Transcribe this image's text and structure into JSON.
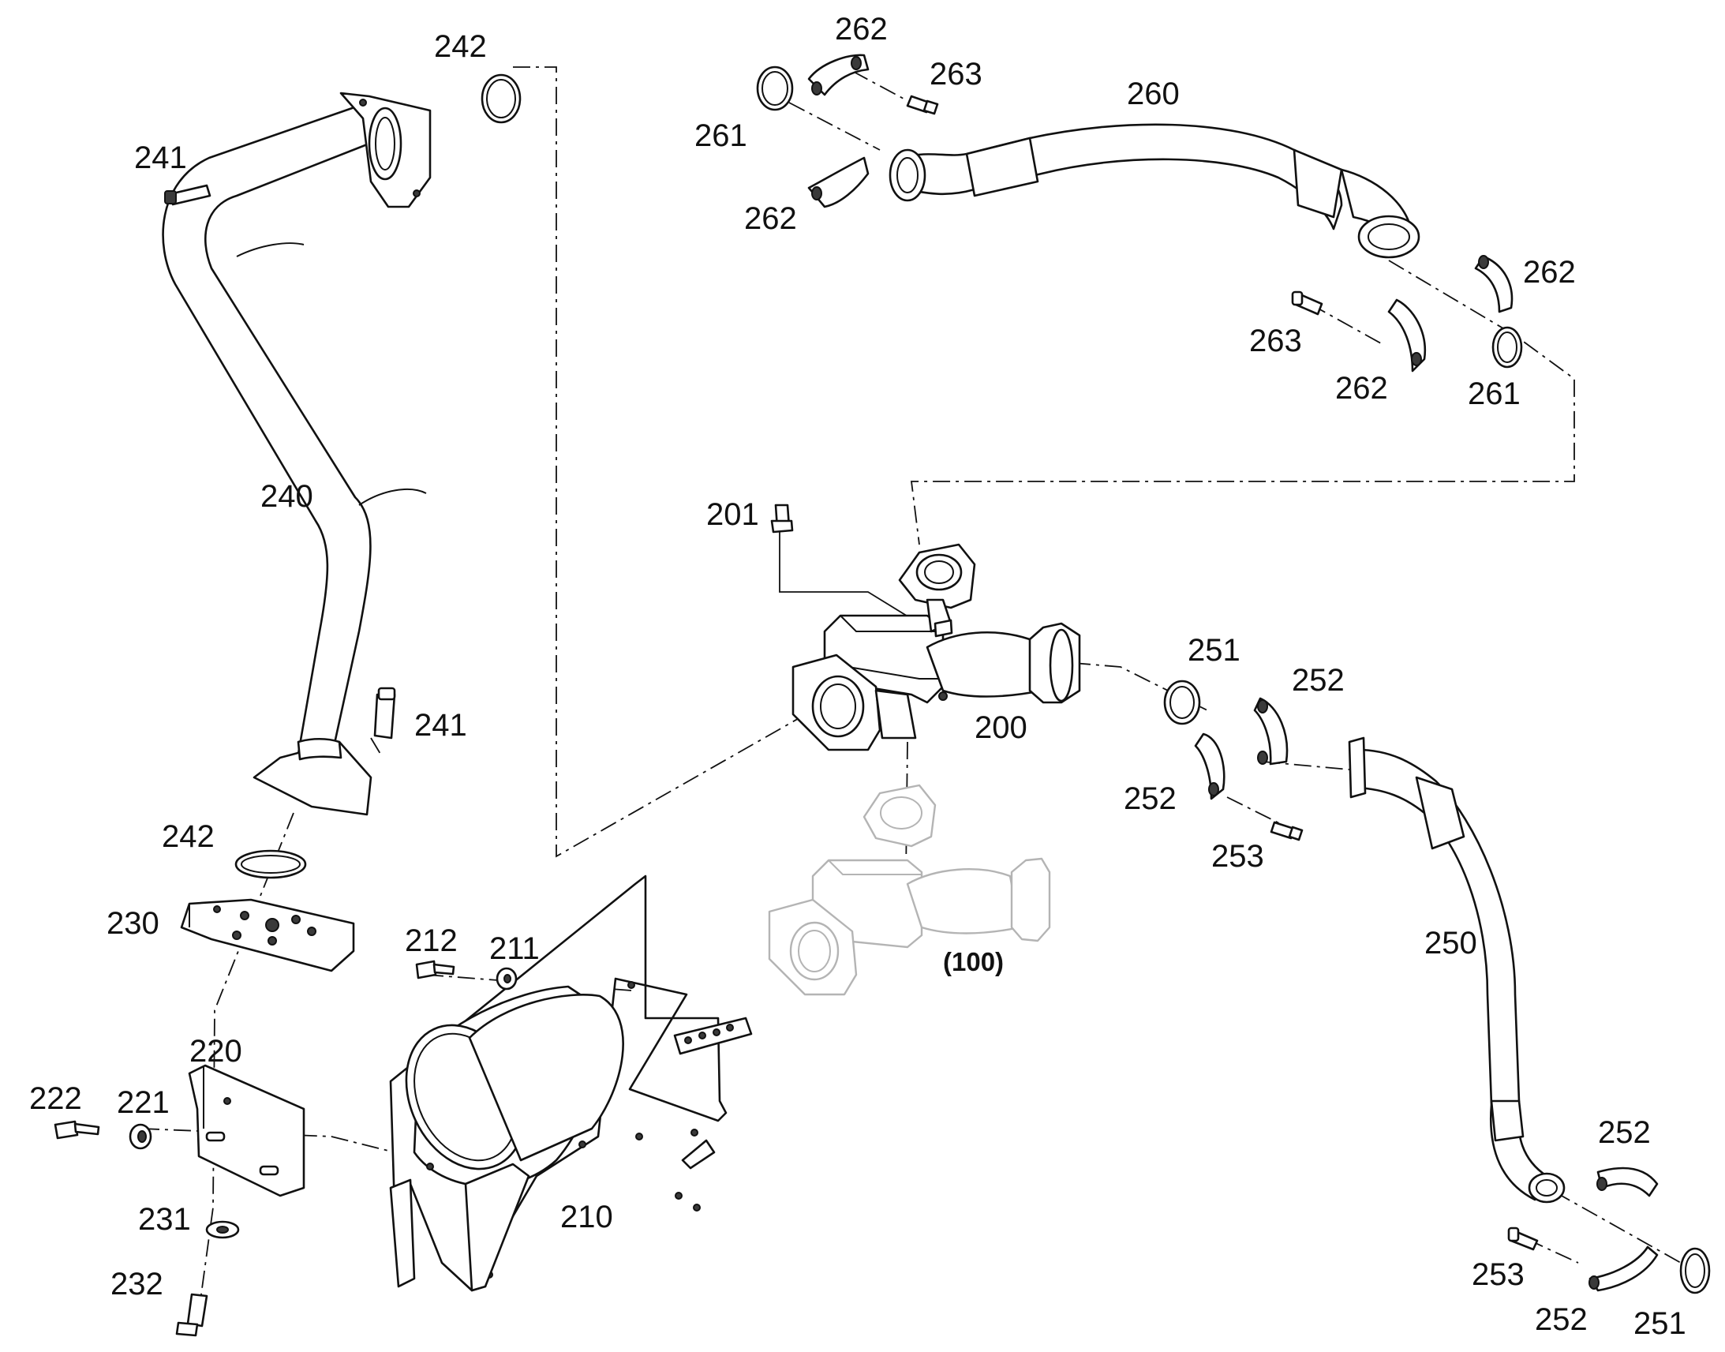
{
  "diagram": {
    "style": "exploded parts view, black line art on white",
    "colors": {
      "line": "#111111",
      "ghost_assembly": "#b4b4b4",
      "background": "#ffffff"
    },
    "labels": {
      "p200": "200",
      "p201": "201",
      "p210": "210",
      "p211": "211",
      "p212": "212",
      "p220": "220",
      "p221": "221",
      "p222": "222",
      "p230": "230",
      "p231": "231",
      "p232": "232",
      "p240": "240",
      "p241_top": "241",
      "p241_bottom": "241",
      "p242_top": "242",
      "p242_bottom": "242",
      "p250": "250",
      "p251_top": "251",
      "p251_bottom": "251",
      "p252_a": "252",
      "p252_b": "252",
      "p252_c": "252",
      "p252_d": "252",
      "p253_a": "253",
      "p253_b": "253",
      "p260": "260",
      "p261_a": "261",
      "p261_b": "261",
      "p262_a": "262",
      "p262_b": "262",
      "p262_c": "262",
      "p262_d": "262",
      "p263_a": "263",
      "p263_b": "263",
      "assembly_ref": "(100)"
    }
  }
}
